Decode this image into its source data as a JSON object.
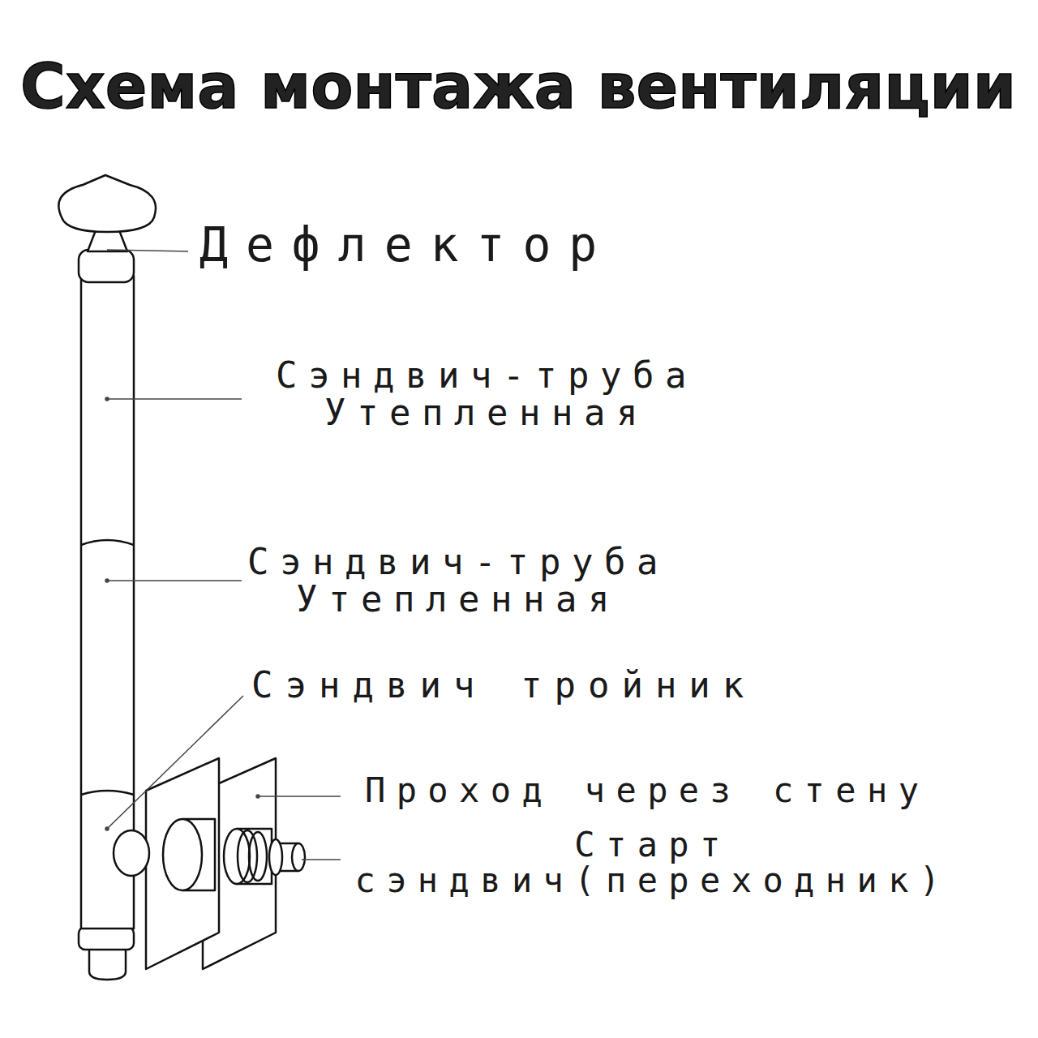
{
  "diagram": {
    "title": "Схема монтажа вентиляции",
    "labels": [
      "Дефлектор",
      "Сэндвич-труба Утепленная",
      "Сэндвич-труба Утепленная",
      "Сэндвич тройник",
      "Проход через стену",
      "Старт сэндвич(переходник)"
    ]
  }
}
